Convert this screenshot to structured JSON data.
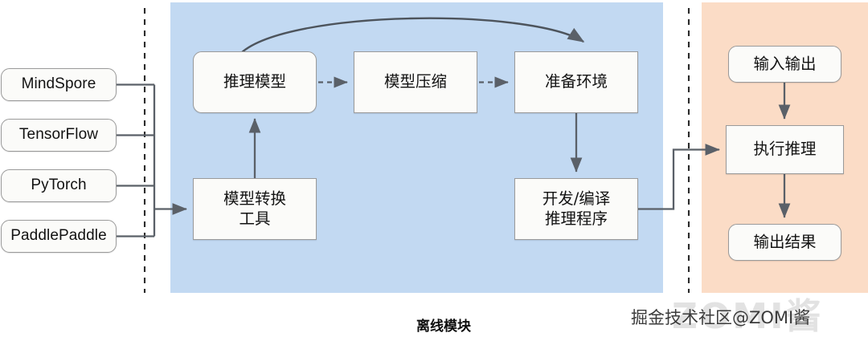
{
  "diagram": {
    "type": "flowchart",
    "panels": {
      "offline": {
        "label": "离线模块",
        "color": "#c2d9f2"
      },
      "online": {
        "label": "",
        "color": "#fbdcc6"
      }
    },
    "frameworks": [
      {
        "id": "mindspore",
        "label": "MindSpore"
      },
      {
        "id": "tensorflow",
        "label": "TensorFlow"
      },
      {
        "id": "pytorch",
        "label": "PyTorch"
      },
      {
        "id": "paddlepaddle",
        "label": "PaddlePaddle"
      }
    ],
    "offline_nodes": [
      {
        "id": "infer-model",
        "label": "推理模型"
      },
      {
        "id": "model-comp",
        "label": "模型压缩"
      },
      {
        "id": "prep-env",
        "label": "准备环境"
      },
      {
        "id": "convert-tool",
        "line1": "模型转换",
        "line2": "工具"
      },
      {
        "id": "dev-compile",
        "line1": "开发/编译",
        "line2": "推理程序"
      }
    ],
    "online_nodes": [
      {
        "id": "io",
        "label": "输入输出"
      },
      {
        "id": "run-infer",
        "label": "执行推理"
      },
      {
        "id": "output",
        "label": "输出结果"
      }
    ],
    "edges": [
      {
        "from": "frameworks",
        "to": "convert-tool",
        "style": "solid"
      },
      {
        "from": "convert-tool",
        "to": "infer-model",
        "style": "solid"
      },
      {
        "from": "infer-model",
        "to": "model-comp",
        "style": "dashed"
      },
      {
        "from": "model-comp",
        "to": "prep-env",
        "style": "dashed"
      },
      {
        "from": "infer-model",
        "to": "prep-env",
        "style": "curved"
      },
      {
        "from": "prep-env",
        "to": "dev-compile",
        "style": "solid"
      },
      {
        "from": "dev-compile",
        "to": "run-infer",
        "style": "solid"
      },
      {
        "from": "io",
        "to": "run-infer",
        "style": "solid"
      },
      {
        "from": "run-infer",
        "to": "output",
        "style": "solid"
      }
    ],
    "stroke_color": "#5a6068",
    "node_border": "#9a9a9a",
    "node_fill": "#fbfbf9"
  },
  "watermark": {
    "big": "ZOMI酱",
    "small": "掘金技术社区@ZOMI酱"
  }
}
